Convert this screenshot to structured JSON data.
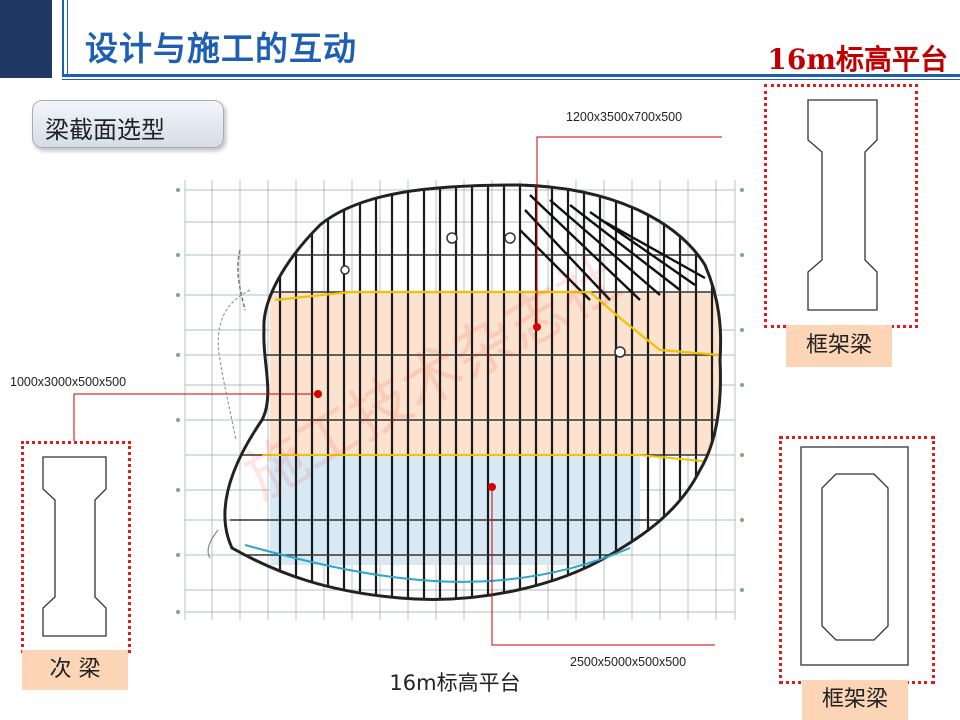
{
  "header": {
    "title": "设计与施工的互动",
    "top_right_title": "16m标高平台"
  },
  "section_tag": "梁截面选型",
  "dimensions": {
    "top": "1200x3500x700x500",
    "left": "1000x3000x500x500",
    "bottom": "2500x5000x500x500"
  },
  "labels": {
    "frame_beam_top": "框架梁",
    "secondary_beam": "次  梁",
    "frame_beam_bottom": "框架梁",
    "plan_caption": "16m标高平台"
  },
  "colors": {
    "accent": "#1e5fb3",
    "red": "#c00000",
    "orange_fill": "#fbd5b5",
    "region_orange": "#fbe3cf",
    "region_blue": "#d6e9f5"
  }
}
